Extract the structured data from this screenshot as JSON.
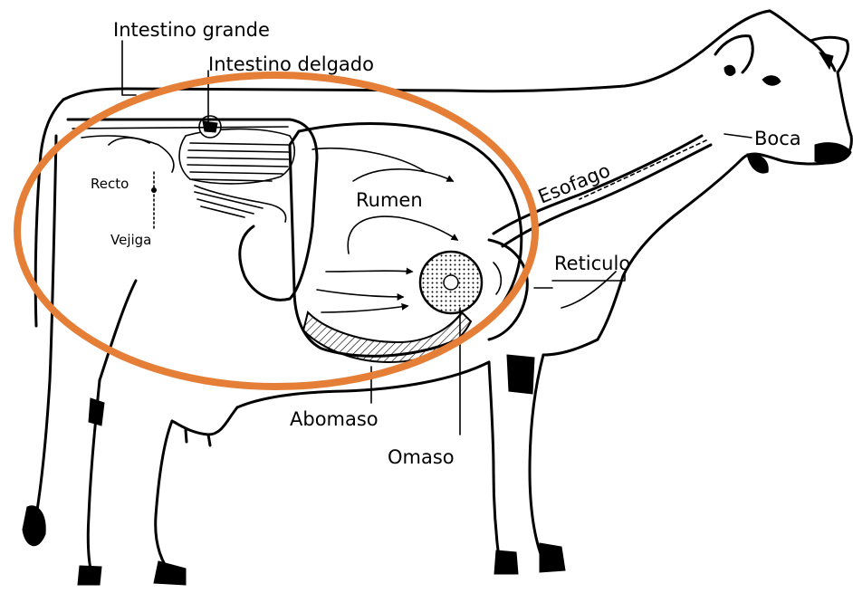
{
  "colors": {
    "highlight": "#E57E37",
    "ink": "#000000",
    "background": "#ffffff"
  },
  "labels": {
    "intestino_grande": "Intestino grande",
    "intestino_delgado": "Intestino delgado",
    "esofago": "Esofago",
    "boca": "Boca",
    "rumen": "Rumen",
    "reticulo": "Reticulo",
    "abomaso": "Abomaso",
    "omaso": "Omaso",
    "recto": "Recto",
    "vejiga": "Vejiga"
  }
}
